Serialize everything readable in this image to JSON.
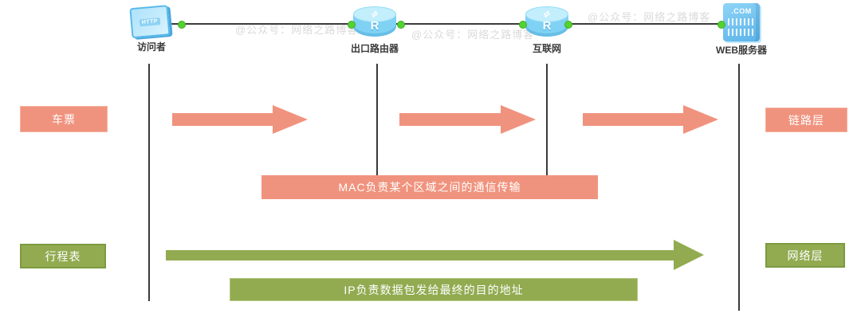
{
  "colors": {
    "salmon": "#f0937e",
    "salmon_border": "#f6b29e",
    "green": "#92ab51",
    "green_border": "#7d9a41",
    "topology_line": "#3b3b3b",
    "connection_dot": "#54d231",
    "watermark_gray": "#dadada",
    "device_icon_blue": "#7fd2f3"
  },
  "topology": {
    "devices": [
      {
        "label": "访问者",
        "type": "client",
        "screen_text": "HTTP"
      },
      {
        "label": "出口路由器",
        "type": "router",
        "letter": "R",
        "top_glyph": "⇄"
      },
      {
        "label": "互联网",
        "type": "router",
        "letter": "R",
        "top_glyph": "⇄"
      },
      {
        "label": "WEB服务器",
        "type": "server",
        "badge_text": ".COM"
      }
    ],
    "watermarks": [
      "@公众号：网络之路博客",
      "@公众号：网络之路博客",
      "@公众号：网络之路博客"
    ]
  },
  "link_layer_row": {
    "left_badge": "车票",
    "right_badge": "链路层",
    "banner": "MAC负责某个区域之间的通信传输"
  },
  "network_layer_row": {
    "left_badge": "行程表",
    "right_badge": "网络层",
    "banner": "IP负责数据包发给最终的目的地址"
  }
}
